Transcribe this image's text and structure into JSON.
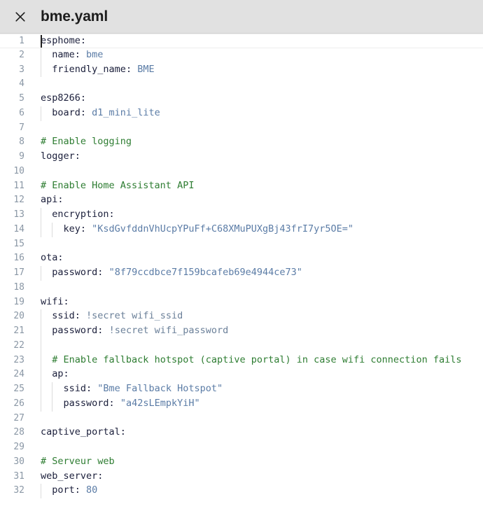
{
  "window": {
    "close_icon": "close-icon",
    "file_name": "bme.yaml"
  },
  "editor": {
    "language": "yaml",
    "first_visible_line": 1,
    "last_visible_line": 32,
    "cursor_line": 1,
    "cursor_column": 1,
    "colors": {
      "background": "#ffffff",
      "header_background": "#e1e1e1",
      "gutter_text": "#8a97a5",
      "key": "#1b1f3b",
      "value": "#5b7ca6",
      "string": "#5b7ca6",
      "comment": "#2e7d32",
      "indent_guide": "#dcdcdc",
      "current_line_border": "#ededed"
    },
    "line_numbers": [
      1,
      2,
      3,
      4,
      5,
      6,
      7,
      8,
      9,
      10,
      11,
      12,
      13,
      14,
      15,
      16,
      17,
      18,
      19,
      20,
      21,
      22,
      23,
      24,
      25,
      26,
      27,
      28,
      29,
      30,
      31,
      32
    ],
    "lines": [
      {
        "n": 1,
        "indent": 0,
        "guides": 0,
        "tokens": [
          {
            "t": "key",
            "v": "esphome"
          },
          {
            "t": "punct",
            "v": ":"
          }
        ]
      },
      {
        "n": 2,
        "indent": 1,
        "guides": 1,
        "tokens": [
          {
            "t": "key",
            "v": "name"
          },
          {
            "t": "punct",
            "v": ": "
          },
          {
            "t": "val",
            "v": "bme"
          }
        ]
      },
      {
        "n": 3,
        "indent": 1,
        "guides": 1,
        "tokens": [
          {
            "t": "key",
            "v": "friendly_name"
          },
          {
            "t": "punct",
            "v": ": "
          },
          {
            "t": "val",
            "v": "BME"
          }
        ]
      },
      {
        "n": 4,
        "indent": 0,
        "guides": 0,
        "tokens": []
      },
      {
        "n": 5,
        "indent": 0,
        "guides": 0,
        "tokens": [
          {
            "t": "key",
            "v": "esp8266"
          },
          {
            "t": "punct",
            "v": ":"
          }
        ]
      },
      {
        "n": 6,
        "indent": 1,
        "guides": 1,
        "tokens": [
          {
            "t": "key",
            "v": "board"
          },
          {
            "t": "punct",
            "v": ": "
          },
          {
            "t": "val",
            "v": "d1_mini_lite"
          }
        ]
      },
      {
        "n": 7,
        "indent": 0,
        "guides": 0,
        "tokens": []
      },
      {
        "n": 8,
        "indent": 0,
        "guides": 0,
        "tokens": [
          {
            "t": "comment",
            "v": "# Enable logging"
          }
        ]
      },
      {
        "n": 9,
        "indent": 0,
        "guides": 0,
        "tokens": [
          {
            "t": "key",
            "v": "logger"
          },
          {
            "t": "punct",
            "v": ":"
          }
        ]
      },
      {
        "n": 10,
        "indent": 0,
        "guides": 0,
        "tokens": []
      },
      {
        "n": 11,
        "indent": 0,
        "guides": 0,
        "tokens": [
          {
            "t": "comment",
            "v": "# Enable Home Assistant API"
          }
        ]
      },
      {
        "n": 12,
        "indent": 0,
        "guides": 0,
        "tokens": [
          {
            "t": "key",
            "v": "api"
          },
          {
            "t": "punct",
            "v": ":"
          }
        ]
      },
      {
        "n": 13,
        "indent": 1,
        "guides": 1,
        "tokens": [
          {
            "t": "key",
            "v": "encryption"
          },
          {
            "t": "punct",
            "v": ":"
          }
        ]
      },
      {
        "n": 14,
        "indent": 2,
        "guides": 2,
        "tokens": [
          {
            "t": "key",
            "v": "key"
          },
          {
            "t": "punct",
            "v": ": "
          },
          {
            "t": "str",
            "v": "\"KsdGvfddnVhUcpYPuFf+C68XMuPUXgBj43frI7yr5OE=\""
          }
        ]
      },
      {
        "n": 15,
        "indent": 0,
        "guides": 0,
        "tokens": []
      },
      {
        "n": 16,
        "indent": 0,
        "guides": 0,
        "tokens": [
          {
            "t": "key",
            "v": "ota"
          },
          {
            "t": "punct",
            "v": ":"
          }
        ]
      },
      {
        "n": 17,
        "indent": 1,
        "guides": 1,
        "tokens": [
          {
            "t": "key",
            "v": "password"
          },
          {
            "t": "punct",
            "v": ": "
          },
          {
            "t": "str",
            "v": "\"8f79ccdbce7f159bcafeb69e4944ce73\""
          }
        ]
      },
      {
        "n": 18,
        "indent": 0,
        "guides": 0,
        "tokens": []
      },
      {
        "n": 19,
        "indent": 0,
        "guides": 0,
        "tokens": [
          {
            "t": "key",
            "v": "wifi"
          },
          {
            "t": "punct",
            "v": ":"
          }
        ]
      },
      {
        "n": 20,
        "indent": 1,
        "guides": 1,
        "tokens": [
          {
            "t": "key",
            "v": "ssid"
          },
          {
            "t": "punct",
            "v": ": "
          },
          {
            "t": "tag",
            "v": "!secret wifi_ssid"
          }
        ]
      },
      {
        "n": 21,
        "indent": 1,
        "guides": 1,
        "tokens": [
          {
            "t": "key",
            "v": "password"
          },
          {
            "t": "punct",
            "v": ": "
          },
          {
            "t": "tag",
            "v": "!secret wifi_password"
          }
        ]
      },
      {
        "n": 22,
        "indent": 1,
        "guides": 1,
        "tokens": []
      },
      {
        "n": 23,
        "indent": 1,
        "guides": 1,
        "tokens": [
          {
            "t": "comment",
            "v": "# Enable fallback hotspot (captive portal) in case wifi connection fails"
          }
        ]
      },
      {
        "n": 24,
        "indent": 1,
        "guides": 1,
        "tokens": [
          {
            "t": "key",
            "v": "ap"
          },
          {
            "t": "punct",
            "v": ":"
          }
        ]
      },
      {
        "n": 25,
        "indent": 2,
        "guides": 2,
        "tokens": [
          {
            "t": "key",
            "v": "ssid"
          },
          {
            "t": "punct",
            "v": ": "
          },
          {
            "t": "str",
            "v": "\"Bme Fallback Hotspot\""
          }
        ]
      },
      {
        "n": 26,
        "indent": 2,
        "guides": 2,
        "tokens": [
          {
            "t": "key",
            "v": "password"
          },
          {
            "t": "punct",
            "v": ": "
          },
          {
            "t": "str",
            "v": "\"a42sLEmpkYiH\""
          }
        ]
      },
      {
        "n": 27,
        "indent": 0,
        "guides": 0,
        "tokens": []
      },
      {
        "n": 28,
        "indent": 0,
        "guides": 0,
        "tokens": [
          {
            "t": "key",
            "v": "captive_portal"
          },
          {
            "t": "punct",
            "v": ":"
          }
        ]
      },
      {
        "n": 29,
        "indent": 0,
        "guides": 0,
        "tokens": []
      },
      {
        "n": 30,
        "indent": 0,
        "guides": 0,
        "tokens": [
          {
            "t": "comment",
            "v": "# Serveur web"
          }
        ]
      },
      {
        "n": 31,
        "indent": 0,
        "guides": 0,
        "tokens": [
          {
            "t": "key",
            "v": "web_server"
          },
          {
            "t": "punct",
            "v": ":"
          }
        ]
      },
      {
        "n": 32,
        "indent": 1,
        "guides": 1,
        "tokens": [
          {
            "t": "key",
            "v": "port"
          },
          {
            "t": "punct",
            "v": ": "
          },
          {
            "t": "num",
            "v": "80"
          }
        ]
      }
    ]
  }
}
